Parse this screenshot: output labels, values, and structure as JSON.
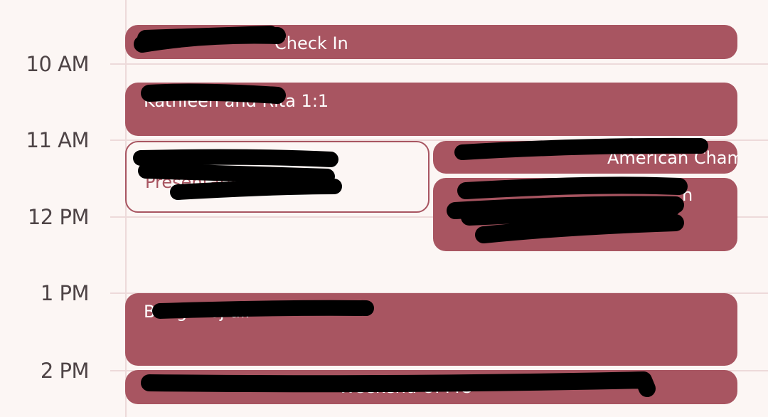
{
  "time_labels": [
    "10 AM",
    "11 AM",
    "12 PM",
    "1 PM",
    "2 PM"
  ],
  "events": [
    {
      "title": "Check In"
    },
    {
      "title": "Kathleen and Rita 1:1"
    },
    {
      "title": "Presentation"
    },
    {
      "title": "American Chamber/Ca"
    },
    {
      "title": "n"
    },
    {
      "title": "B ing Proj all"
    },
    {
      "title": "Weekend UPMC"
    }
  ],
  "colors": {
    "event_fill": "#a85561",
    "background": "#fcf6f4",
    "gridline": "#eddada",
    "redaction": "#000000"
  }
}
